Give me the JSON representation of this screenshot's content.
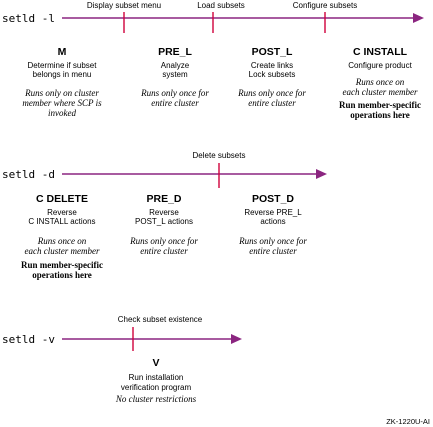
{
  "timelines": [
    {
      "command": "setld -l",
      "markers": [
        "Display subset menu",
        "Load subsets",
        "Configure subsets"
      ],
      "phases": [
        {
          "title": "M",
          "desc": [
            "Determine if subset",
            "belongs in menu"
          ],
          "scope": [
            "Runs only on cluster",
            "member where SCP is",
            "invoked"
          ],
          "extra": []
        },
        {
          "title": "PRE_L",
          "desc": [
            "Analyze",
            "system"
          ],
          "scope": [
            "Runs only once for",
            "entire cluster"
          ],
          "extra": []
        },
        {
          "title": "POST_L",
          "desc": [
            "Create links",
            "Lock subsets"
          ],
          "scope": [
            "Runs only once for",
            "entire cluster"
          ],
          "extra": []
        },
        {
          "title": "C INSTALL",
          "desc": [
            "Configure product"
          ],
          "scope": [
            "Runs once on",
            "each cluster member"
          ],
          "extra": [
            "Run member-specific",
            "operations here"
          ]
        }
      ]
    },
    {
      "command": "setld -d",
      "markers": [
        "Delete subsets"
      ],
      "phases": [
        {
          "title": "C DELETE",
          "desc": [
            "Reverse",
            "C INSTALL actions"
          ],
          "scope": [
            "Runs once on",
            "each cluster member"
          ],
          "extra": [
            "Run member-specific",
            "operations here"
          ]
        },
        {
          "title": "PRE_D",
          "desc": [
            "Reverse",
            "POST_L actions"
          ],
          "scope": [
            "Runs only once for",
            "entire cluster"
          ],
          "extra": []
        },
        {
          "title": "POST_D",
          "desc": [
            "Reverse PRE_L",
            "actions"
          ],
          "scope": [
            "Runs only once for",
            "entire cluster"
          ],
          "extra": []
        }
      ]
    },
    {
      "command": "setld -v",
      "markers": [
        "Check subset existence"
      ],
      "phases": [
        {
          "title": "V",
          "desc": [
            "Run installation",
            "verification program"
          ],
          "scope": [
            "No cluster restrictions"
          ],
          "extra": []
        }
      ]
    }
  ],
  "figure_ref": "ZK-1220U-AI",
  "colors": {
    "line": "#8b2580",
    "tick": "#d0003c",
    "text": "#000000"
  }
}
